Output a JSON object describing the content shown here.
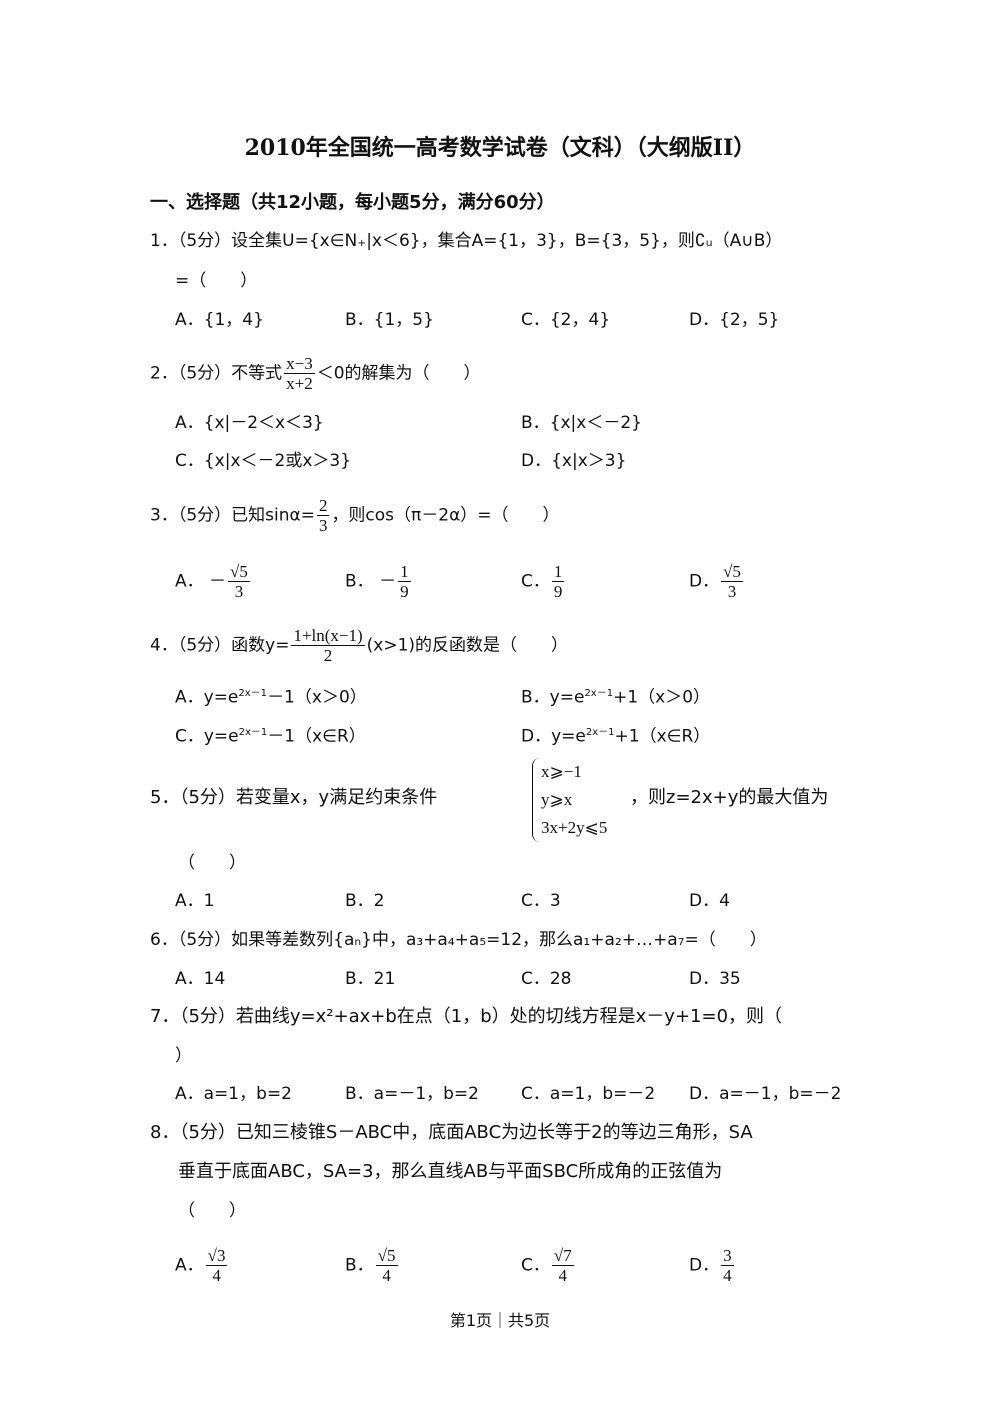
{
  "title": "2010年全国统一高考数学试卷（文科）（大纲版II）",
  "section": "一、选择题（共12小题，每小题5分，满分60分）",
  "q1": {
    "stem": "1．（5分）设全集U={x∈N₊|x＜6}，集合A={1，3}，B={3，5}，则∁ᵤ（A∪B）",
    "cont": "=（　　）",
    "A": "A．{1，4}",
    "B": "B．{1，5}",
    "C": "C．{2，4}",
    "D": "D．{2，5}"
  },
  "q2": {
    "pre": "2．（5分）不等式",
    "num": "x−3",
    "den": "x+2",
    "post": "＜0的解集为（　　）",
    "A": "A．{x|－2＜x＜3}",
    "B": "B．{x|x＜－2}",
    "C": "C．{x|x＜－2或x＞3}",
    "D": "D．{x|x＞3}"
  },
  "q3": {
    "pre": "3．（5分）已知sinα=",
    "num": "2",
    "den": "3",
    "post": "，则cos（π－2α）=（　　）",
    "A_label": "A．",
    "A_sign": "－",
    "A_num": "√5",
    "A_den": "3",
    "B_label": "B．",
    "B_sign": "－",
    "B_num": "1",
    "B_den": "9",
    "C_label": "C．",
    "C_num": "1",
    "C_den": "9",
    "D_label": "D．",
    "D_num": "√5",
    "D_den": "3"
  },
  "q4": {
    "pre": "4．（5分）函数y=",
    "num": "1+ln(x−1)",
    "den": "2",
    "post": "(x>1)的反函数是（　　）",
    "A": "A．y=e",
    "A_sup": "2x－1",
    "A_post": "－1（x＞0）",
    "B": "B．y=e",
    "B_sup": "2x－1",
    "B_post": "+1（x＞0）",
    "C": "C．y=e",
    "C_sup": "2x－1",
    "C_post": "－1（x∈R）",
    "D": "D．y=e",
    "D_sup": "2x－1",
    "D_post": "+1（x∈R）"
  },
  "q5": {
    "pre": "5．（5分）若变量x，y满足约束条件",
    "c1": "x⩾−1",
    "c2": "y⩾x",
    "c3": "3x+2y⩽5",
    "post": "，则z=2x+y的最大值为",
    "cont": "（　　）",
    "A": "A．1",
    "B": "B．2",
    "C": "C．3",
    "D": "D．4"
  },
  "q6": {
    "stem": "6．（5分）如果等差数列{aₙ}中，a₃+a₄+a₅=12，那么a₁+a₂+…+a₇=（　　）",
    "A": "A．14",
    "B": "B．21",
    "C": "C．28",
    "D": "D．35"
  },
  "q7": {
    "stem": "7．（5分）若曲线y=x²+ax+b在点（1，b）处的切线方程是x－y+1=0，则（",
    "cont": "）",
    "A": "A．a=1，b=2",
    "B": "B．a=－1，b=2",
    "C": "C．a=1，b=－2",
    "D": "D．a=－1，b=－2"
  },
  "q8": {
    "stem": "8．（5分）已知三棱锥S－ABC中，底面ABC为边长等于2的等边三角形，SA",
    "cont1": "垂直于底面ABC，SA=3，那么直线AB与平面SBC所成角的正弦值为",
    "cont2": "（　　）",
    "A_label": "A．",
    "A_num": "√3",
    "A_den": "4",
    "B_label": "B．",
    "B_num": "√5",
    "B_den": "4",
    "C_label": "C．",
    "C_num": "√7",
    "C_den": "4",
    "D_label": "D．",
    "D_num": "3",
    "D_den": "4"
  },
  "footer": "第1页｜共5页"
}
